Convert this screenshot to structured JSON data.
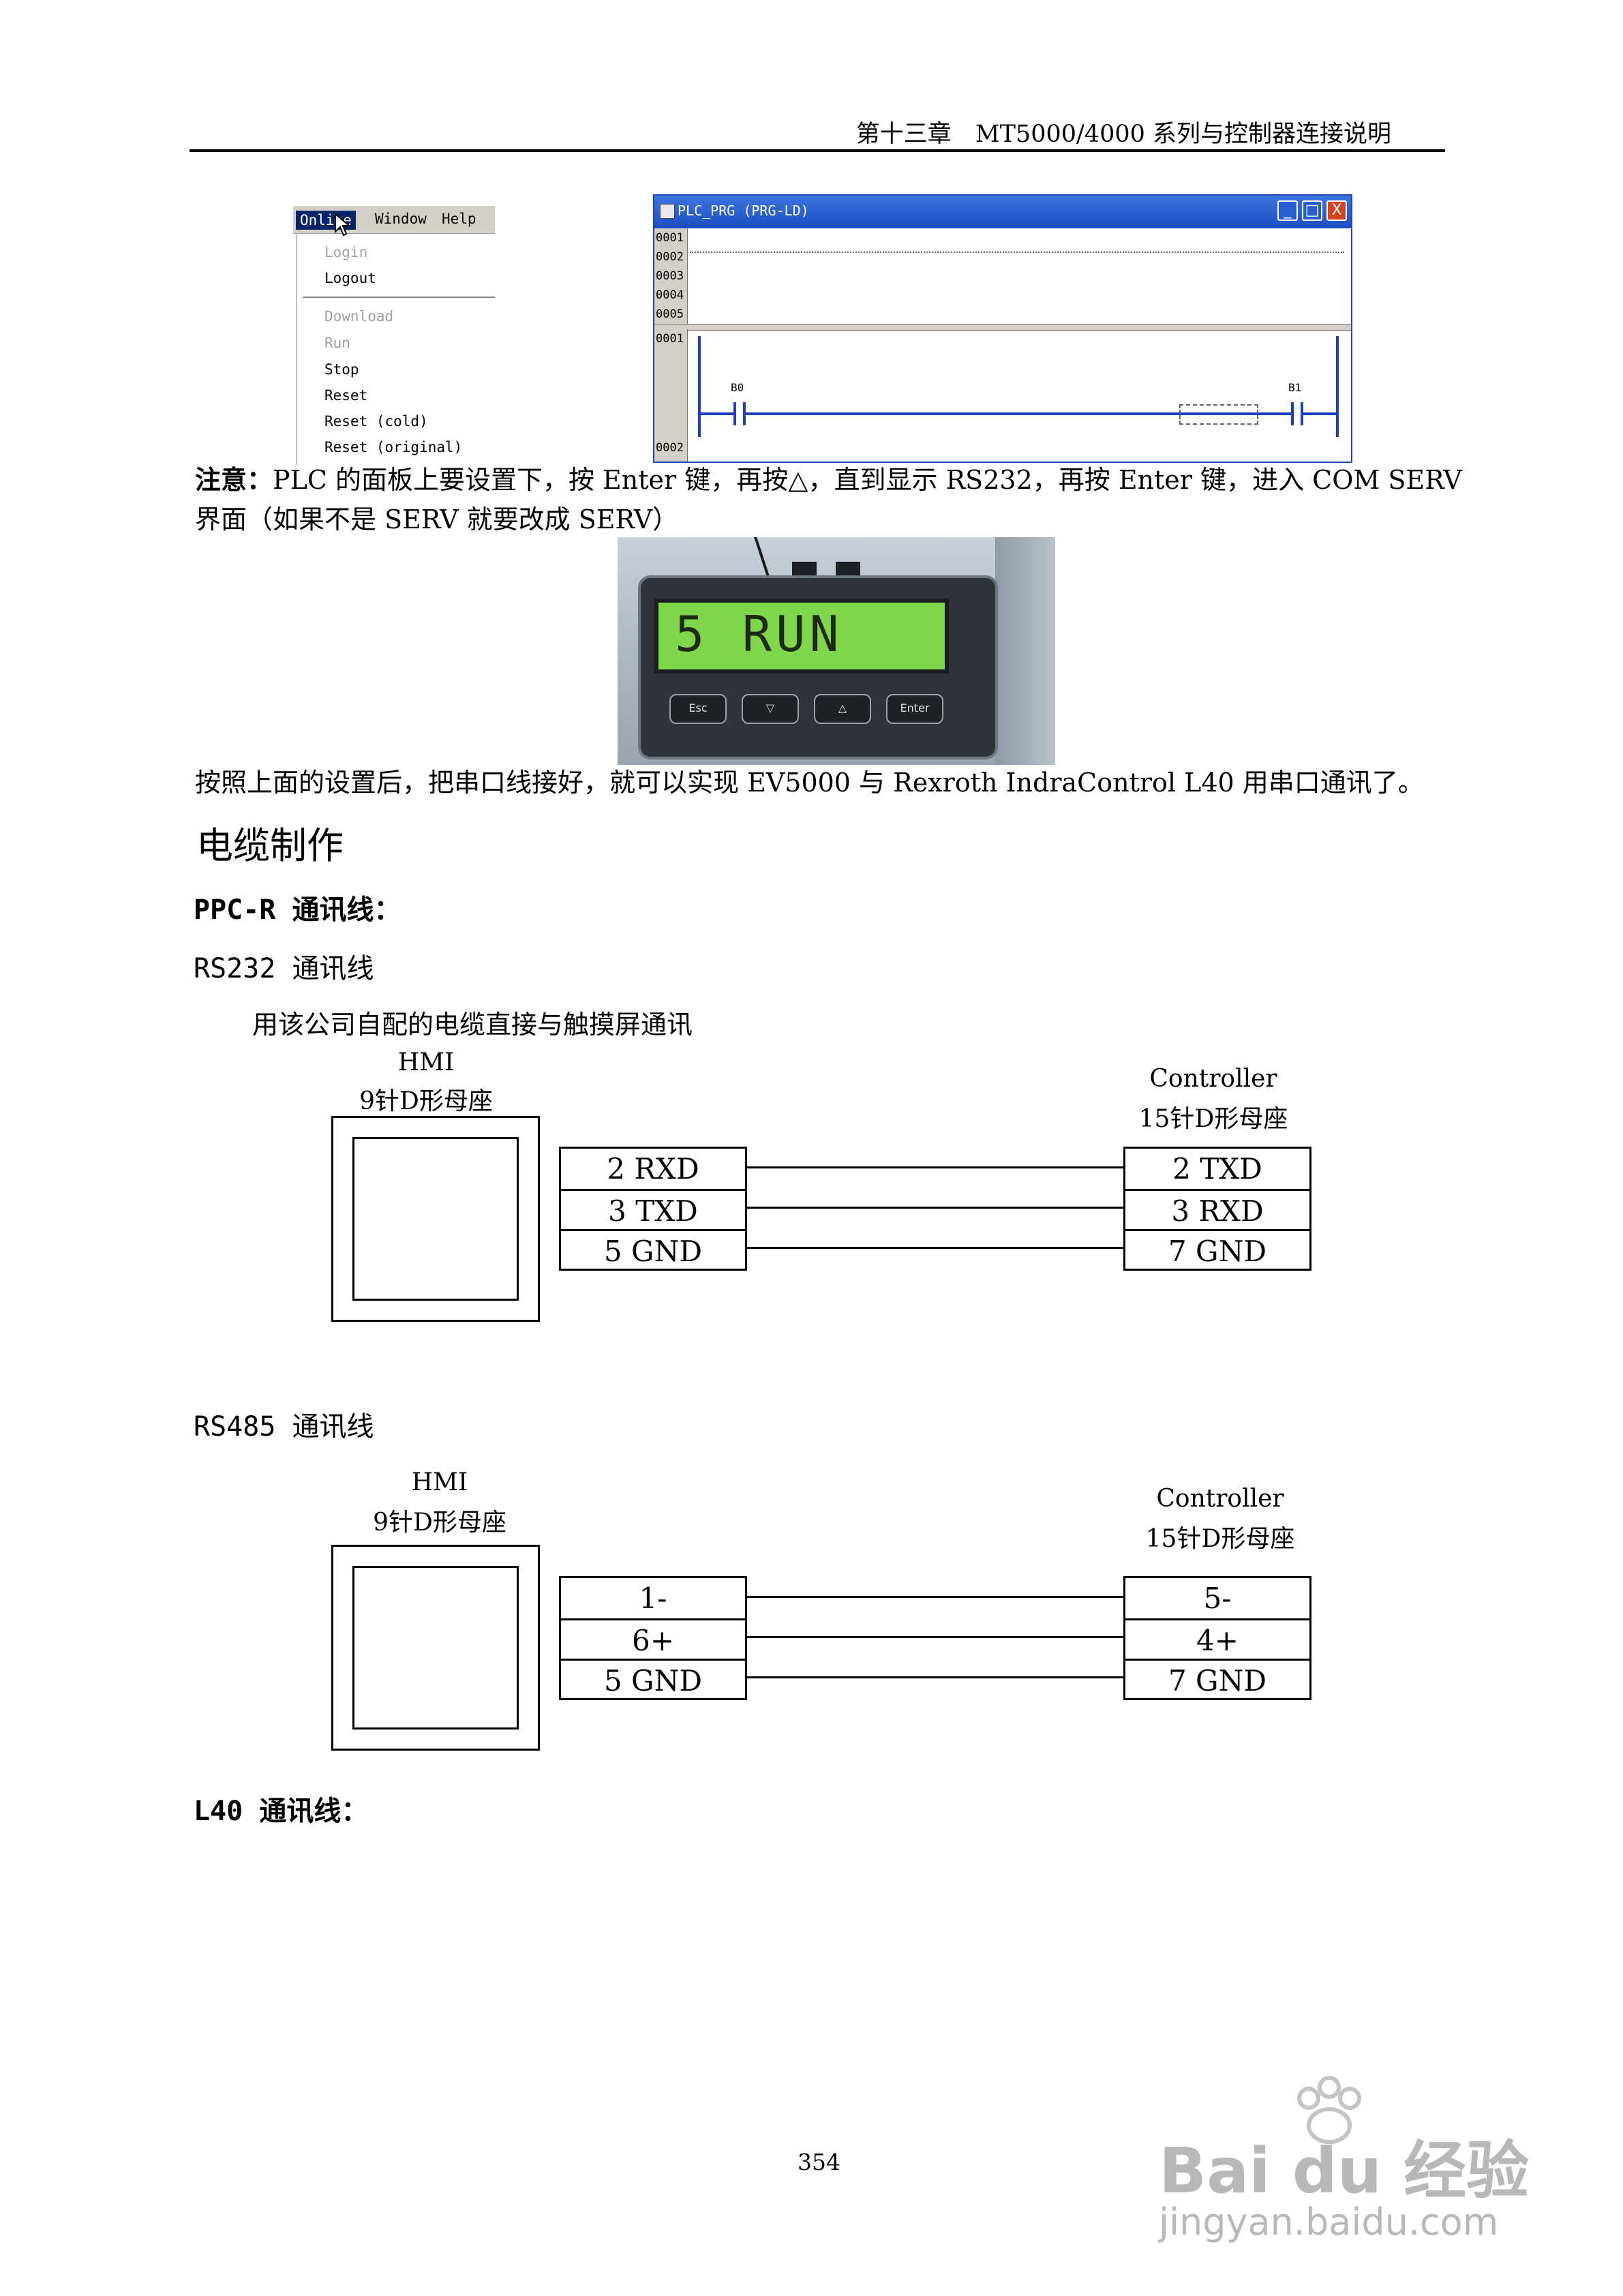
{
  "header": {
    "title": "第十三章　MT5000/4000 系列与控制器连接说明"
  },
  "online_menu": {
    "menubar": [
      "Online",
      "Window",
      "Help"
    ],
    "items": [
      {
        "label": "Login",
        "enabled": false
      },
      {
        "label": "Logout",
        "enabled": true
      },
      {
        "label": "Download",
        "enabled": false
      },
      {
        "label": "Run",
        "enabled": false
      },
      {
        "label": "Stop",
        "enabled": true
      },
      {
        "label": "Reset",
        "enabled": true
      },
      {
        "label": "Reset (cold)",
        "enabled": true
      },
      {
        "label": "Reset (original)",
        "enabled": true
      }
    ]
  },
  "prg_window": {
    "title": "PLC_PRG (PRG-LD)",
    "decl_lines": [
      "0001",
      "0002",
      "0003",
      "0004",
      "0005"
    ],
    "code_lines": [
      "0001",
      "0002"
    ],
    "contact_left": "B0",
    "contact_right": "B1",
    "buttons": [
      "_",
      "□",
      "X"
    ]
  },
  "note": {
    "label": "注意：",
    "line1": "PLC 的面板上要设置下，按 Enter 键，再按△，直到显示 RS232，再按 Enter 键，进入 COM SERV",
    "line2": "界面（如果不是 SERV 就要改成 SERV）"
  },
  "panel_photo": {
    "display": "5 RUN",
    "buttons": [
      "Esc",
      "▽",
      "△",
      "Enter"
    ]
  },
  "after_text": "按照上面的设置后，把串口线接好，就可以实现 EV5000 与 Rexroth IndraControl L40 用串口通讯了。",
  "section_title": "电缆制作",
  "ppcr_title": "PPC-R 通讯线：",
  "rs232": {
    "title": "RS232 通讯线",
    "subtitle": "用该公司自配的电缆直接与触摸屏通讯",
    "hmi_label": "HMI",
    "hmi_connector": "9针D形母座",
    "ctrl_label": "Controller",
    "ctrl_connector": "15针D形母座",
    "hmi_pins": [
      "2 RXD",
      "3 TXD",
      "5 GND"
    ],
    "ctrl_pins": [
      "2 TXD",
      "3 RXD",
      "7 GND"
    ]
  },
  "rs485": {
    "title": "RS485 通讯线",
    "hmi_label": "HMI",
    "hmi_connector": "9针D形母座",
    "ctrl_label": "Controller",
    "ctrl_connector": "15针D形母座",
    "hmi_pins": [
      "1-",
      "6+",
      "5 GND"
    ],
    "ctrl_pins": [
      "5-",
      "4+",
      "7 GND"
    ]
  },
  "l40_title": "L40 通讯线：",
  "page_number": "354",
  "watermark": {
    "brand": "Bai du 经验",
    "url": "jingyan.baidu.com"
  }
}
